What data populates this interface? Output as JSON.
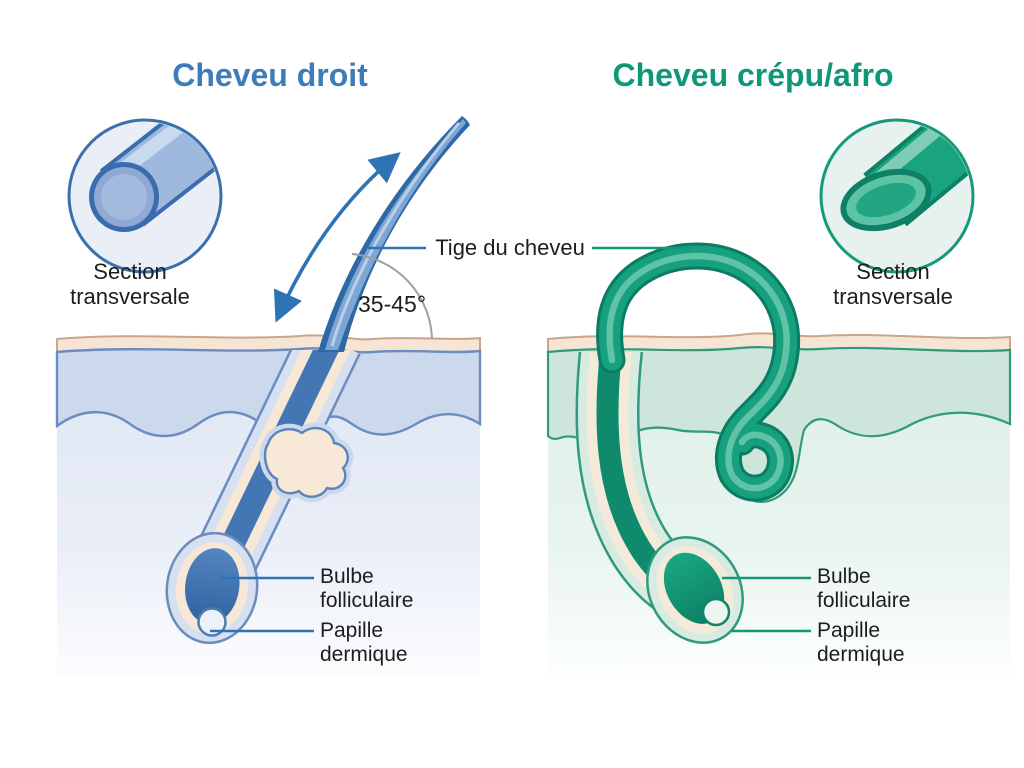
{
  "left_panel": {
    "title": "Cheveu droit",
    "cross_section_label": {
      "line1": "Section",
      "line2": "transversale"
    },
    "angle_label": "35-45°",
    "labels": {
      "bulb_line1": "Bulbe",
      "bulb_line2": "folliculaire",
      "papilla_line1": "Papille",
      "papilla_line2": "dermique"
    }
  },
  "right_panel": {
    "title": "Cheveu crépu/afro",
    "cross_section_label": {
      "line1": "Section",
      "line2": "transversale"
    },
    "labels": {
      "bulb_line1": "Bulbe",
      "bulb_line2": "folliculaire",
      "papilla_line1": "Papille",
      "papilla_line2": "dermique"
    }
  },
  "center_label": {
    "shaft": "Tige du cheveu"
  },
  "colors": {
    "blue_title": "#3d7cb8",
    "green_title": "#0f9778",
    "blue_hair": "#2d69a7",
    "green_hair": "#16a07e",
    "skin_surface": "#f6e5d5",
    "epidermis_blue": "#ccd9ec",
    "epidermis_green": "#cee5db",
    "label_text": "#1d1d1b"
  }
}
